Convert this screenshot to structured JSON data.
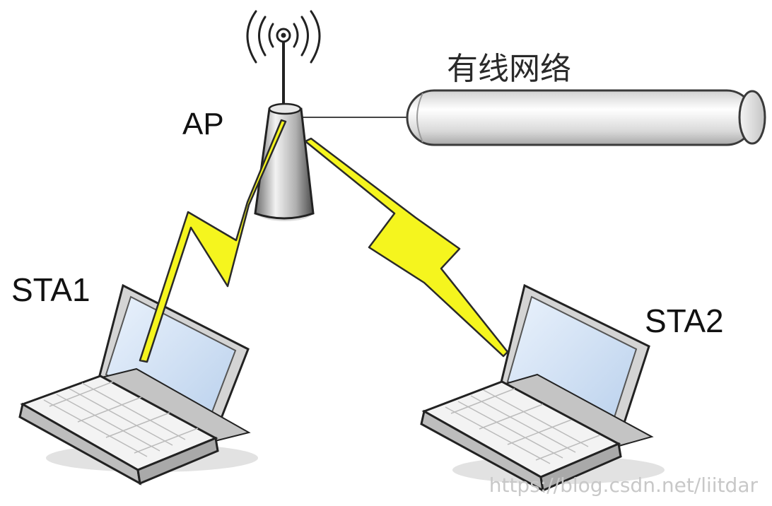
{
  "labels": {
    "ap": "AP",
    "wired_network": "有线网络",
    "sta1": "STA1",
    "sta2": "STA2"
  },
  "watermark": "https://blog.csdn.net/liitdar",
  "colors": {
    "lightning": "#f5f51e",
    "pipe": "#e6e6e6",
    "ap_body": "#b8b8b8",
    "laptop_screen": "#cfe0f5"
  },
  "icons": [
    "wifi-waves-icon",
    "access-point-icon",
    "laptop-icon",
    "lightning-bolt-icon",
    "pipe-icon"
  ]
}
